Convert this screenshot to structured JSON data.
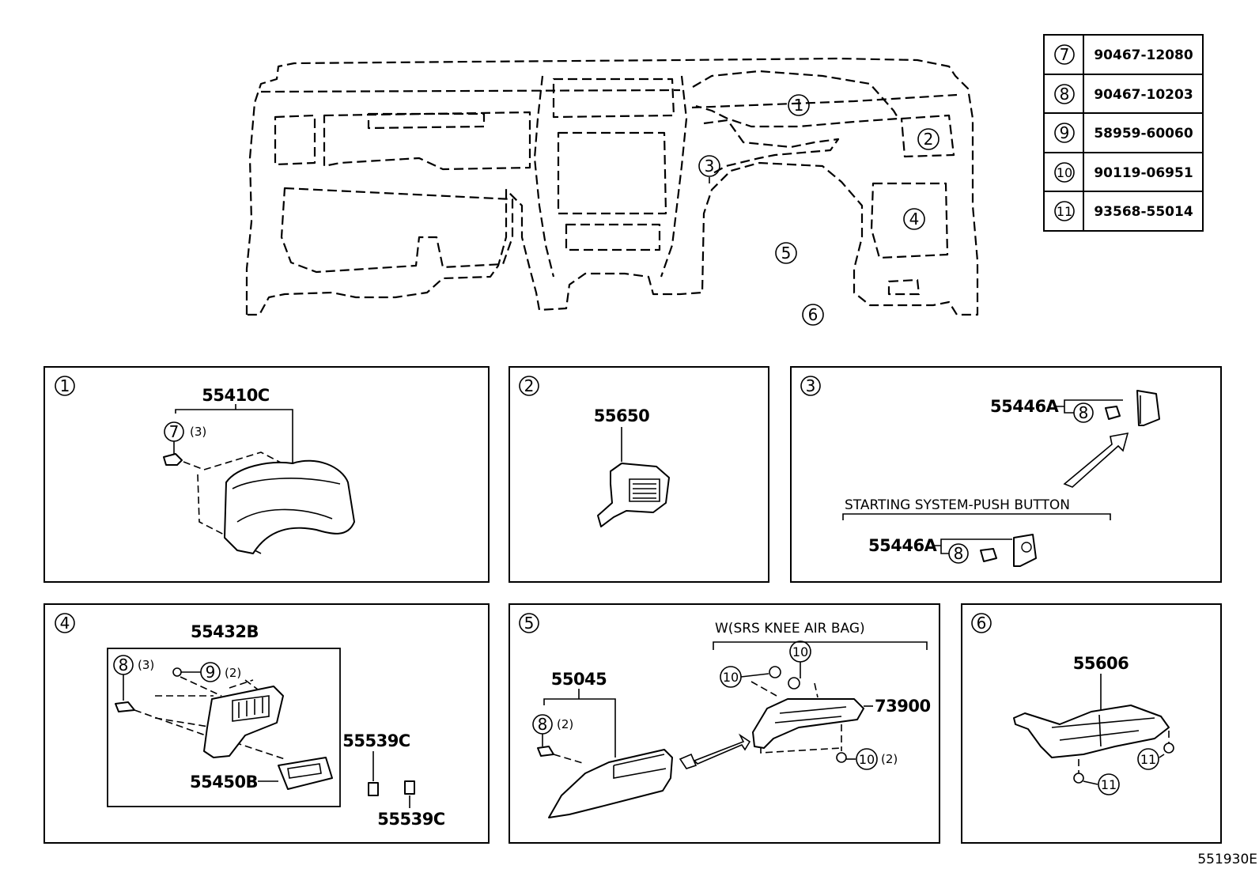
{
  "table": [
    {
      "num": "7",
      "part": "90467-12080"
    },
    {
      "num": "8",
      "part": "90467-10203"
    },
    {
      "num": "9",
      "part": "58959-60060"
    },
    {
      "num": "10",
      "part": "90119-06951"
    },
    {
      "num": "11",
      "part": "93568-55014"
    }
  ],
  "overview": {
    "callouts": [
      "1",
      "2",
      "3",
      "4",
      "5",
      "6"
    ]
  },
  "panels": {
    "p1": {
      "num": "1",
      "part": "55410C",
      "fastener": "7",
      "qty": "(3)"
    },
    "p2": {
      "num": "2",
      "part": "55650"
    },
    "p3": {
      "num": "3",
      "caption": "STARTING SYSTEM-PUSH BUTTON",
      "part_a": "55446A",
      "part_b": "55446A",
      "fastener_a": "8",
      "fastener_b": "8"
    },
    "p4": {
      "num": "4",
      "part_main": "55432B",
      "part_box": "55450B",
      "part_clip1": "55539C",
      "part_clip2": "55539C",
      "fastener_a": "8",
      "qty_a": "(3)",
      "fastener_b": "9",
      "qty_b": "(2)"
    },
    "p5": {
      "num": "5",
      "caption": "W(SRS KNEE AIR BAG)",
      "part_lower": "55045",
      "part_airbag": "73900",
      "fastener_a": "8",
      "qty_a": "(2)",
      "fastener_b": "10",
      "fastener_c": "10",
      "fastener_d": "10",
      "qty_d": "(2)"
    },
    "p6": {
      "num": "6",
      "part": "55606",
      "fastener_a": "11",
      "fastener_b": "11"
    }
  },
  "illustration_code": "551930E"
}
